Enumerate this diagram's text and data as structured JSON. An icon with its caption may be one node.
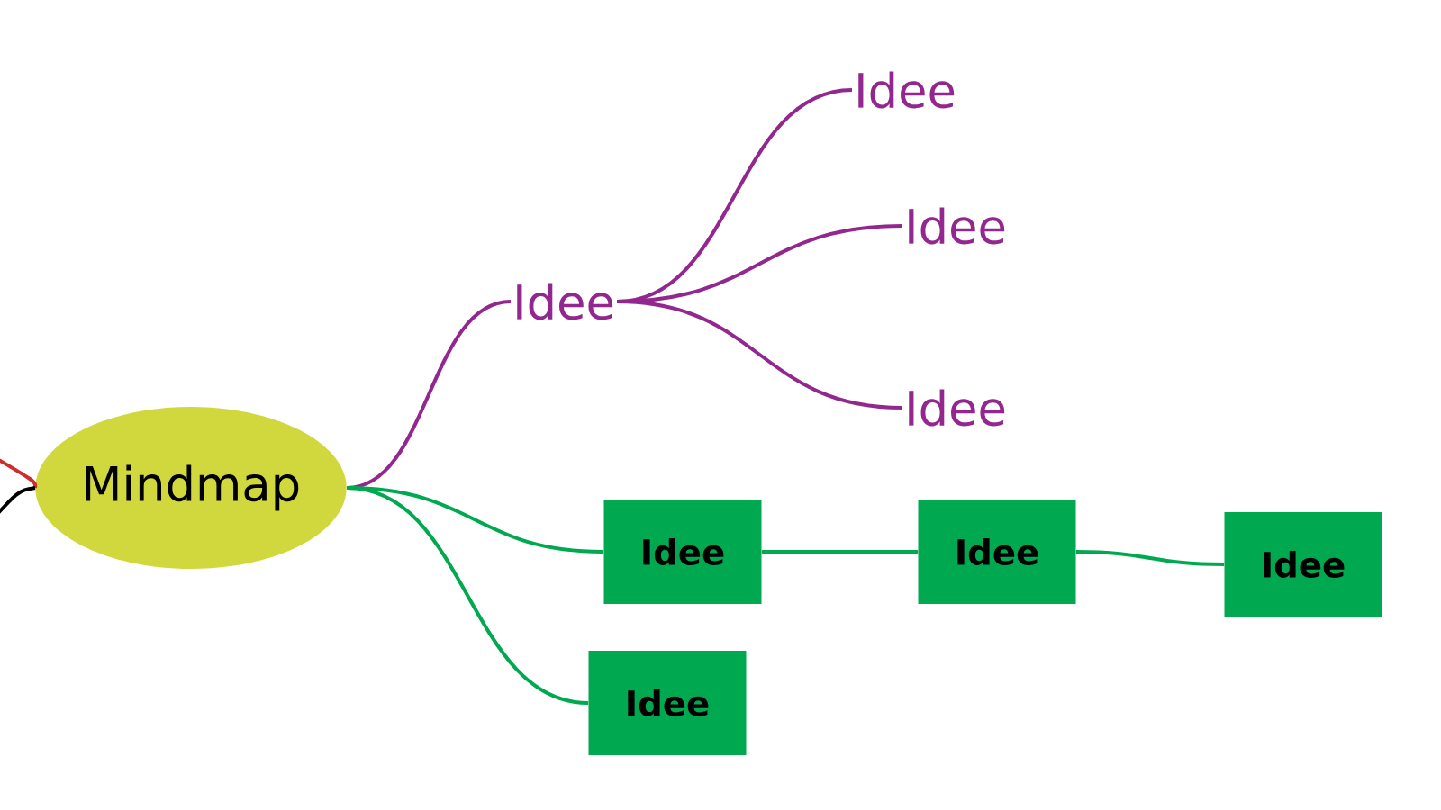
{
  "diagram": {
    "nodes": [
      {
        "text": [
          "Mindmap"
        ]
      },
      {
        "text": [
          "Idee"
        ]
      },
      {
        "text": [
          "Idee"
        ]
      },
      {
        "text": [
          "Idee"
        ]
      },
      {
        "text": [
          "Idee"
        ]
      },
      {
        "text": [
          "Idee"
        ]
      },
      {
        "text": [
          "Idee"
        ]
      },
      {
        "text": [
          "Idee"
        ]
      },
      {
        "text": [
          "Idee"
        ]
      }
    ],
    "edges": [
      {
        "from": 0,
        "to": 1,
        "arrow": "none",
        "color": "#92278f"
      },
      {
        "from": 1,
        "to": 2,
        "arrow": "none",
        "color": "#92278f"
      },
      {
        "from": 1,
        "to": 3,
        "arrow": "none",
        "color": "#92278f"
      },
      {
        "from": 1,
        "to": 4,
        "arrow": "none",
        "color": "#92278f"
      },
      {
        "from": 0,
        "to": 5,
        "arrow": "none",
        "color": "#00a94f"
      },
      {
        "from": 5,
        "to": 6,
        "arrow": "none",
        "color": "#00a94f"
      },
      {
        "from": 6,
        "to": 7,
        "arrow": "none",
        "color": "#00a94f"
      },
      {
        "from": 0,
        "to": 8,
        "arrow": "none",
        "color": "#00a94f"
      },
      {
        "from": 0,
        "to": null,
        "arrow": "none",
        "color": "#d12c2c"
      },
      {
        "from": 0,
        "to": null,
        "arrow": "none",
        "color": "#000000"
      }
    ]
  }
}
